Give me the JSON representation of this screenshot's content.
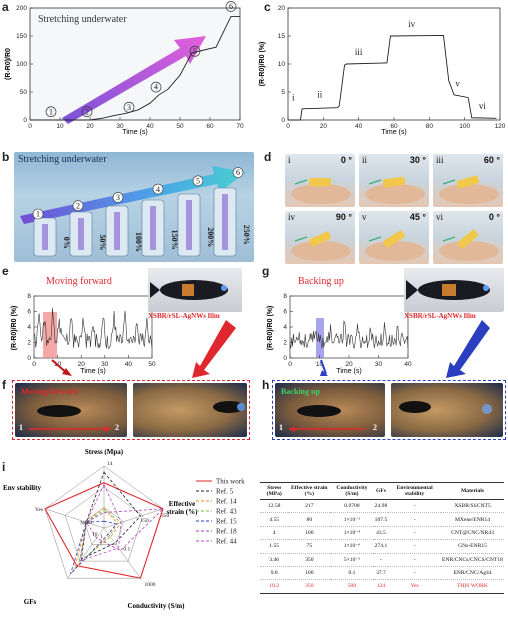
{
  "panels": {
    "a": {
      "label": "a",
      "inset_title": "Stretching underwater",
      "ylabel": "(R-R0)/R0",
      "xlabel": "Time (s)",
      "yticks": [
        "0",
        "50",
        "100",
        "150",
        "200"
      ],
      "xticks": [
        "0",
        "10",
        "20",
        "30",
        "40",
        "50",
        "60",
        "70"
      ],
      "stages": [
        "1",
        "2",
        "3",
        "4",
        "5",
        "6"
      ]
    },
    "b": {
      "label": "b",
      "title": "Stretching underwater",
      "stages": [
        "1",
        "2",
        "3",
        "4",
        "5",
        "6"
      ],
      "strains": [
        "0%",
        "50%",
        "100%",
        "150%",
        "200%",
        "250%"
      ]
    },
    "c": {
      "label": "c",
      "ylabel": "(R-R0)/R0 (%)",
      "xlabel": "Time (s)",
      "yticks": [
        "0",
        "5",
        "10",
        "15",
        "20"
      ],
      "xticks": [
        "0",
        "20",
        "40",
        "60",
        "80",
        "100",
        "120"
      ],
      "stages": [
        "i",
        "ii",
        "iii",
        "iv",
        "v",
        "vi"
      ]
    },
    "d": {
      "label": "d",
      "stages": [
        "i",
        "ii",
        "iii",
        "iv",
        "v",
        "vi"
      ],
      "angles": [
        "0 °",
        "30 °",
        "60 °",
        "90 °",
        "45 °",
        "0 °"
      ]
    },
    "e": {
      "label": "e",
      "title": "Moving forward",
      "film": "XSBR/rSL-AgNWs film",
      "ylabel": "(R-R0)/R0 (%)",
      "xlabel": "Time (s)",
      "yticks": [
        "0",
        "2",
        "4",
        "6",
        "8"
      ],
      "xticks": [
        "0",
        "10",
        "20",
        "30",
        "40",
        "50"
      ]
    },
    "f": {
      "label": "f",
      "caption": "Moving forward",
      "n1": "1",
      "n2": "2"
    },
    "g": {
      "label": "g",
      "title": "Backing up",
      "film": "XSBR/rSL-AgNWs film",
      "ylabel": "(R-R0)/R0 (%)",
      "xlabel": "Time (s)",
      "yticks": [
        "0",
        "2",
        "4",
        "6",
        "8"
      ],
      "xticks": [
        "0",
        "10",
        "20",
        "30",
        "40"
      ]
    },
    "h": {
      "label": "h",
      "caption": "Backing up",
      "n1": "1",
      "n2": "2"
    },
    "i": {
      "label": "i",
      "axes": [
        "Stress (Mpa)",
        "Effective strain (%)",
        "Conductivity (S/m)",
        "GFs",
        "Env stability"
      ],
      "axis_ticks": {
        "stress": "14",
        "strain": "350",
        "strain_mid": "150",
        "cond": "1000",
        "cond_small": "0.1",
        "gf": "1",
        "gf_mid": "10",
        "gf_high": "100",
        "env": "Yes",
        "env_no": "No"
      },
      "legend": [
        "This work",
        "Ref. 5",
        "Ref. 14",
        "Ref. 43",
        "Ref. 15",
        "Ref. 18",
        "Ref. 44"
      ],
      "legend_colors": [
        "#e0272d",
        "#222222",
        "#f08a1c",
        "#6cc04a",
        "#2a3fbf",
        "#b03fb8",
        "#c04fd0"
      ]
    }
  },
  "chart_data": [
    {
      "type": "line",
      "panel": "a",
      "xlabel": "Time (s)",
      "ylabel": "(R-R0)/R0",
      "xlim": [
        0,
        70
      ],
      "ylim": [
        0,
        200
      ],
      "x": [
        0,
        20,
        24,
        28,
        32,
        36,
        40,
        43,
        46,
        50,
        54,
        58,
        62,
        67,
        70
      ],
      "y": [
        0,
        0,
        3,
        8,
        12,
        18,
        30,
        45,
        55,
        80,
        120,
        125,
        130,
        185,
        185
      ]
    },
    {
      "type": "line",
      "panel": "c",
      "xlabel": "Time (s)",
      "ylabel": "(R-R0)/R0 (%)",
      "xlim": [
        0,
        120
      ],
      "ylim": [
        0,
        20
      ],
      "x": [
        0,
        7,
        8,
        28,
        29,
        32,
        33,
        56,
        58,
        88,
        91,
        94,
        102,
        104,
        118
      ],
      "y": [
        0,
        0,
        2,
        2.2,
        2.5,
        9.8,
        10,
        10.2,
        15,
        15.1,
        7,
        4.5,
        4,
        0.4,
        0.3
      ]
    },
    {
      "type": "table",
      "panel": "i",
      "columns": [
        "Stress (MPa)",
        "Effective strain (%)",
        "Conductivity (S/m)",
        "GFs",
        "Environmental stability",
        "Materials"
      ],
      "rows": [
        [
          "12.58",
          "217",
          "0.0708",
          "24.98",
          "-",
          "XSBR/SSCNT5"
        ],
        [
          "4.55",
          "80",
          "1×10⁻⁵",
          "107.5",
          "-",
          "MXene/ENR14"
        ],
        [
          "4",
          "100",
          "1×10⁻⁴",
          "43.5",
          "-",
          "CNT@CNC/NR43"
        ],
        [
          "1.55",
          "75",
          "1×10⁻⁶",
          "274.1",
          "-",
          "GNs-ENR15"
        ],
        [
          "3.46",
          "350",
          "5×10⁻²",
          "-",
          "-",
          "ENR/CNCs/CNCS/CNT18"
        ],
        [
          "9.8",
          "100",
          "0.1",
          "37.7",
          "-",
          "ENR/CNC/Ag44"
        ],
        [
          "10.2",
          "350",
          "500",
          "124",
          "Yes",
          "THIS WORK"
        ]
      ]
    }
  ]
}
